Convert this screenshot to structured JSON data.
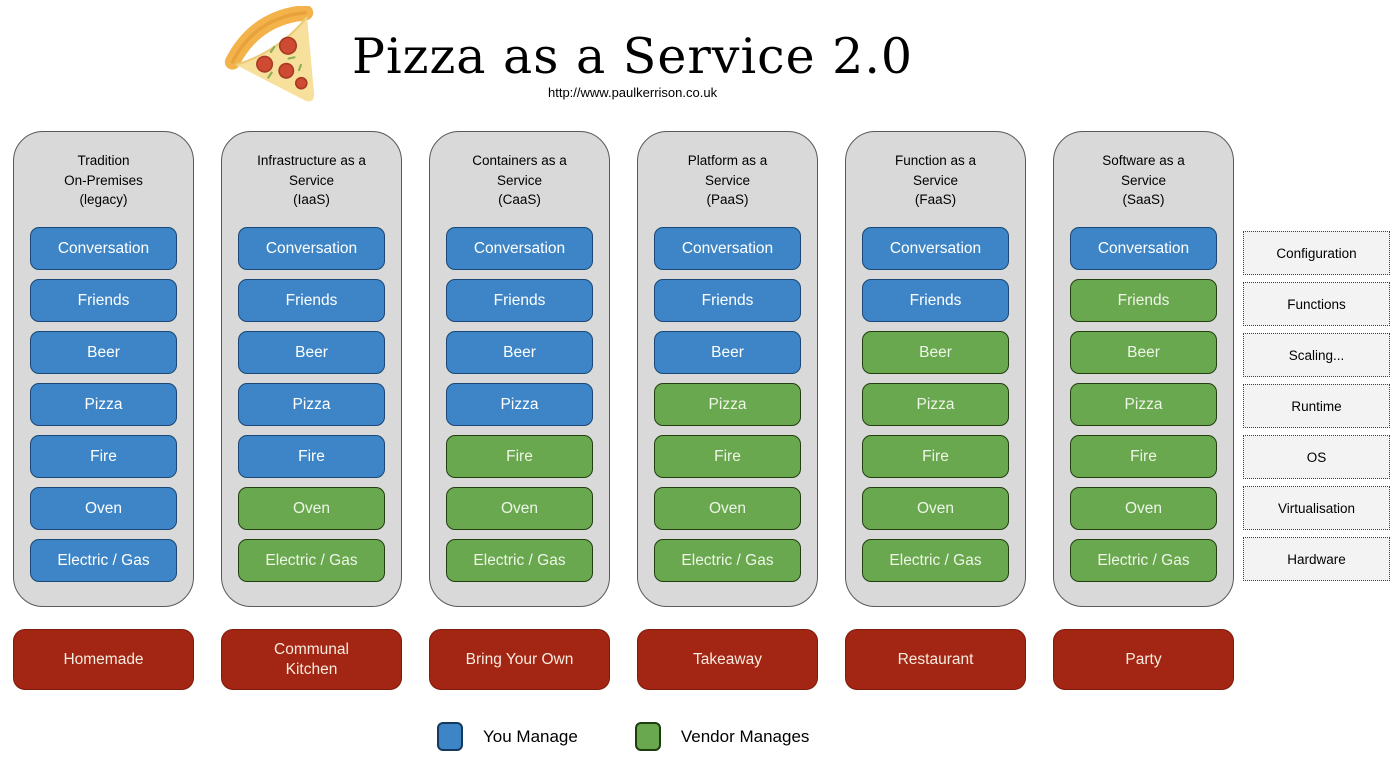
{
  "title": "Pizza as a Service 2.0",
  "subtitle_url": "http://www.paulkerrison.co.uk",
  "colors": {
    "you_manage_blue": "#3d85c6",
    "vendor_manages_green": "#6aa84f",
    "bottom_label_red": "#a32513",
    "column_background": "#d9d9d9",
    "rail_background": "#f3f3f3"
  },
  "icons": {
    "pizza_icon": "🍕"
  },
  "right_labels": [
    "Configuration",
    "Functions",
    "Scaling...",
    "Runtime",
    "OS",
    "Virtualisation",
    "Hardware"
  ],
  "legend": {
    "you_label": "You Manage",
    "vendor_label": "Vendor Manages"
  },
  "columns": [
    {
      "header": [
        "Tradition",
        "On-Premises",
        "(legacy)"
      ],
      "bottom_label": "Homemade",
      "items": [
        {
          "label": "Conversation",
          "managed_by": "you"
        },
        {
          "label": "Friends",
          "managed_by": "you"
        },
        {
          "label": "Beer",
          "managed_by": "you"
        },
        {
          "label": "Pizza",
          "managed_by": "you"
        },
        {
          "label": "Fire",
          "managed_by": "you"
        },
        {
          "label": "Oven",
          "managed_by": "you"
        },
        {
          "label": "Electric / Gas",
          "managed_by": "you"
        }
      ]
    },
    {
      "header": [
        "Infrastructure as a",
        "Service",
        "(IaaS)"
      ],
      "bottom_label": "Communal\nKitchen",
      "items": [
        {
          "label": "Conversation",
          "managed_by": "you"
        },
        {
          "label": "Friends",
          "managed_by": "you"
        },
        {
          "label": "Beer",
          "managed_by": "you"
        },
        {
          "label": "Pizza",
          "managed_by": "you"
        },
        {
          "label": "Fire",
          "managed_by": "you"
        },
        {
          "label": "Oven",
          "managed_by": "vendor"
        },
        {
          "label": "Electric / Gas",
          "managed_by": "vendor"
        }
      ]
    },
    {
      "header": [
        "Containers as a",
        "Service",
        "(CaaS)"
      ],
      "bottom_label": "Bring Your Own",
      "items": [
        {
          "label": "Conversation",
          "managed_by": "you"
        },
        {
          "label": "Friends",
          "managed_by": "you"
        },
        {
          "label": "Beer",
          "managed_by": "you"
        },
        {
          "label": "Pizza",
          "managed_by": "you"
        },
        {
          "label": "Fire",
          "managed_by": "vendor"
        },
        {
          "label": "Oven",
          "managed_by": "vendor"
        },
        {
          "label": "Electric / Gas",
          "managed_by": "vendor"
        }
      ]
    },
    {
      "header": [
        "Platform as a",
        "Service",
        "(PaaS)"
      ],
      "bottom_label": "Takeaway",
      "items": [
        {
          "label": "Conversation",
          "managed_by": "you"
        },
        {
          "label": "Friends",
          "managed_by": "you"
        },
        {
          "label": "Beer",
          "managed_by": "you"
        },
        {
          "label": "Pizza",
          "managed_by": "vendor"
        },
        {
          "label": "Fire",
          "managed_by": "vendor"
        },
        {
          "label": "Oven",
          "managed_by": "vendor"
        },
        {
          "label": "Electric / Gas",
          "managed_by": "vendor"
        }
      ]
    },
    {
      "header": [
        "Function as a",
        "Service",
        "(FaaS)"
      ],
      "bottom_label": "Restaurant",
      "items": [
        {
          "label": "Conversation",
          "managed_by": "you"
        },
        {
          "label": "Friends",
          "managed_by": "you"
        },
        {
          "label": "Beer",
          "managed_by": "vendor"
        },
        {
          "label": "Pizza",
          "managed_by": "vendor"
        },
        {
          "label": "Fire",
          "managed_by": "vendor"
        },
        {
          "label": "Oven",
          "managed_by": "vendor"
        },
        {
          "label": "Electric / Gas",
          "managed_by": "vendor"
        }
      ]
    },
    {
      "header": [
        "Software as a",
        "Service",
        "(SaaS)"
      ],
      "bottom_label": "Party",
      "items": [
        {
          "label": "Conversation",
          "managed_by": "you"
        },
        {
          "label": "Friends",
          "managed_by": "vendor"
        },
        {
          "label": "Beer",
          "managed_by": "vendor"
        },
        {
          "label": "Pizza",
          "managed_by": "vendor"
        },
        {
          "label": "Fire",
          "managed_by": "vendor"
        },
        {
          "label": "Oven",
          "managed_by": "vendor"
        },
        {
          "label": "Electric / Gas",
          "managed_by": "vendor"
        }
      ]
    }
  ]
}
